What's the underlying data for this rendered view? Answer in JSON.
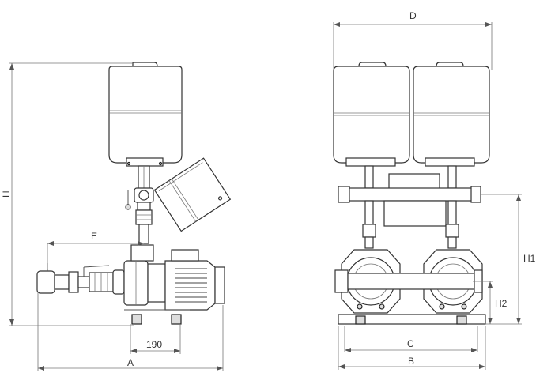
{
  "dimensions": {
    "H": "H",
    "E": "E",
    "d190": "190",
    "A": "A",
    "D": "D",
    "H1": "H1",
    "H2": "H2",
    "C": "C",
    "B": "B"
  }
}
